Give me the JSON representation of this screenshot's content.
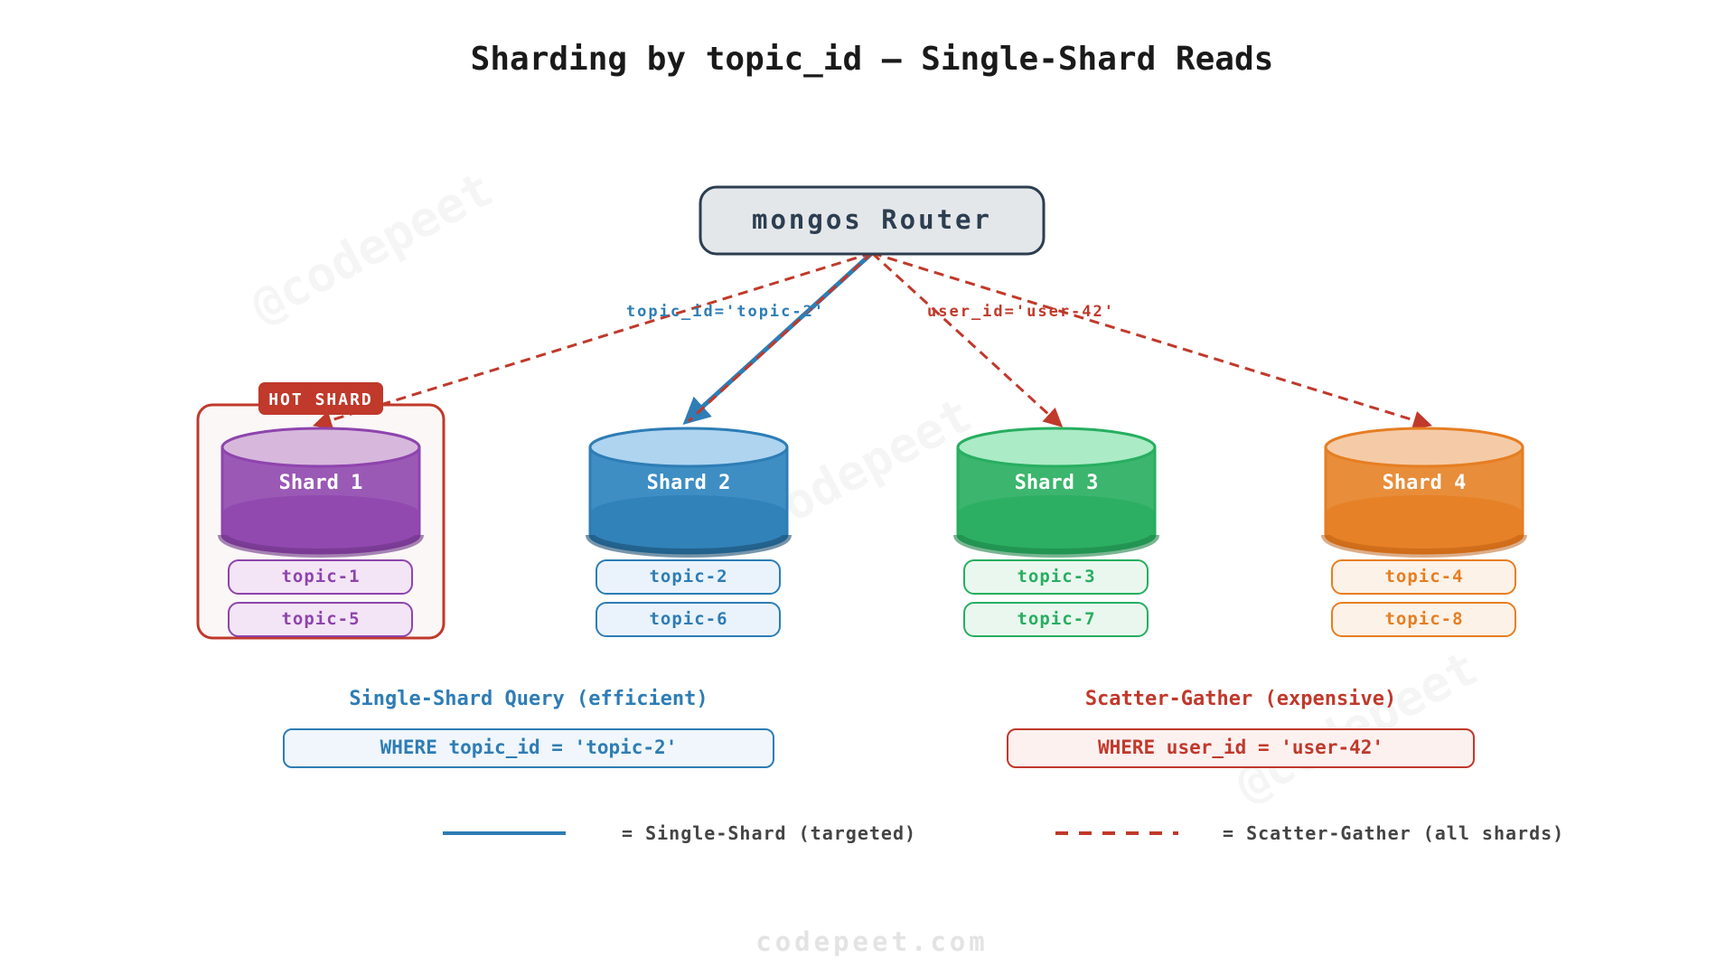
{
  "title": "Sharding by topic_id — Single-Shard Reads",
  "router": {
    "label": "mongos Router"
  },
  "edge_labels": {
    "targeted": "topic_id='topic-2'",
    "scatter": "user_id='user-42'"
  },
  "hot_badge": "HOT SHARD",
  "shards": [
    {
      "name": "Shard 1",
      "topics": [
        "topic-1",
        "topic-5"
      ],
      "color": "#9b59b6",
      "hot": true
    },
    {
      "name": "Shard 2",
      "topics": [
        "topic-2",
        "topic-6"
      ],
      "color": "#3e8ec4",
      "hot": false
    },
    {
      "name": "Shard 3",
      "topics": [
        "topic-3",
        "topic-7"
      ],
      "color": "#3cb56e",
      "hot": false
    },
    {
      "name": "Shard 4",
      "topics": [
        "topic-4",
        "topic-8"
      ],
      "color": "#e88d3a",
      "hot": false
    }
  ],
  "queries": {
    "single": {
      "title": "Single-Shard Query (efficient)",
      "code": "WHERE topic_id = 'topic-2'"
    },
    "scatter": {
      "title": "Scatter-Gather (expensive)",
      "code": "WHERE user_id = 'user-42'"
    }
  },
  "legend": {
    "single": "= Single-Shard (targeted)",
    "scatter": "= Scatter-Gather (all shards)"
  },
  "colors": {
    "targeted": "#2e7db5",
    "scatter": "#c0392b",
    "router_fill": "#e4e7ea",
    "router_stroke": "#2c3e50"
  },
  "watermark": "@codepeet",
  "footer": "codepeet.com"
}
